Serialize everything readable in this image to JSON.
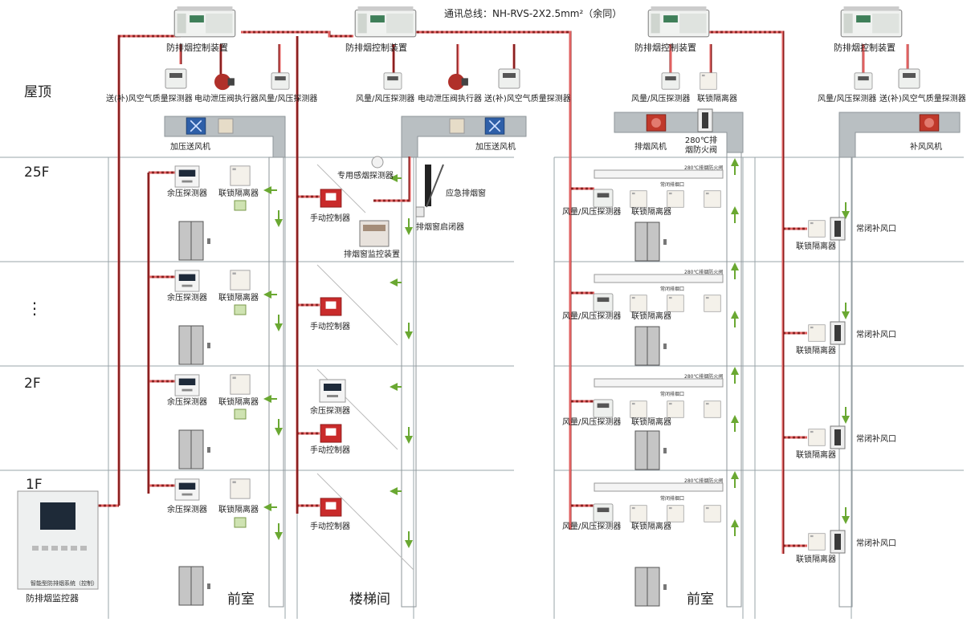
{
  "bus_label": "通讯总线：NH-RVS-2X2.5mm²（余同）",
  "floors": {
    "roof": "屋顶",
    "f25": "25F",
    "dots": "⋮",
    "f2": "2F",
    "f1": "1F"
  },
  "control_unit": "防排烟控制装置",
  "monitor": {
    "title": "防排烟监控器",
    "plate": "智能型防排烟系统（控制）"
  },
  "roof": {
    "a_left": "送(补)风空气质量探测器",
    "a_mid": "电动泄压阀执行器",
    "a_right": "风量/风压探测器",
    "fan_a": "加压送风机",
    "b_left": "风量/风压探测器",
    "b_mid": "电动泄压阀执行器",
    "b_right": "送(补)风空气质量探测器",
    "fan_b": "加压送风机",
    "c_left": "风量/风压探测器",
    "c_right": "联锁隔离器",
    "c_fan": "排烟风机",
    "c_valve": "280℃排烟防火阀",
    "d_left": "风量/风压探测器",
    "d_right": "送(补)风空气质量探测器",
    "d_fan": "补风风机"
  },
  "labels": {
    "residual": "余压探测器",
    "isolator": "联锁隔离器",
    "manual": "手动控制器",
    "smoke_detector": "专用感烟探测器",
    "window": "应急排烟窗",
    "window_opener": "排烟窗启闭器",
    "window_monitor": "排烟窗监控装置",
    "airflow": "风量/风压探测器",
    "valve_small": "280℃排烟防火阀",
    "outlet_small": "常闭排烟口",
    "supply_outlet": "常闭补风口"
  },
  "rooms": {
    "front_a": "前室",
    "stair": "楼梯间",
    "front_b": "前室"
  }
}
